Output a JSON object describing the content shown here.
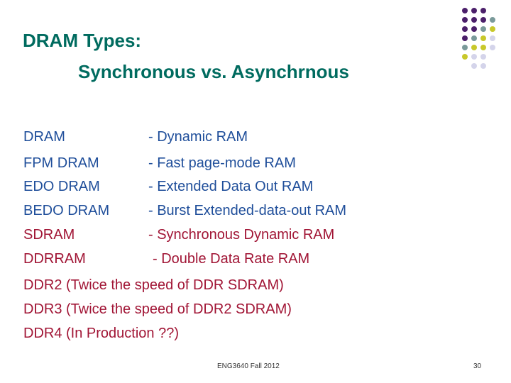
{
  "title": {
    "line1": "DRAM Types:",
    "line2": "Synchronous vs. Asynchrnous"
  },
  "rows": [
    {
      "term": "DRAM",
      "desc": "- Dynamic RAM"
    },
    {
      "term": "FPM  DRAM",
      "desc": "- Fast page-mode RAM"
    },
    {
      "term": "EDO DRAM",
      "desc": "- Extended Data Out RAM"
    },
    {
      "term": "BEDO DRAM",
      "desc": "- Burst Extended-data-out RAM"
    },
    {
      "term": "SDRAM",
      "desc": "- Synchronous Dynamic RAM"
    },
    {
      "term": "DDRRAM",
      "desc": "- Double Data Rate RAM"
    },
    {
      "term": "DDR2 (Twice the speed of DDR SDRAM)",
      "desc": ""
    },
    {
      "term": "DDR3 (Twice the speed of DDR2 SDRAM)",
      "desc": ""
    },
    {
      "term": "DDR4 (In Production ??)",
      "desc": ""
    }
  ],
  "footer": {
    "course": "ENG3640 Fall 2012",
    "page": "30"
  },
  "colors": {
    "title": "#006B5F",
    "blue_text": "#1F4E9A",
    "red_text": "#A11535",
    "dot_purple": "#4B1F6A",
    "dot_teal": "#7A9A9A",
    "dot_yellow": "#C8C82A",
    "dot_lavender": "#D4D4EA"
  }
}
